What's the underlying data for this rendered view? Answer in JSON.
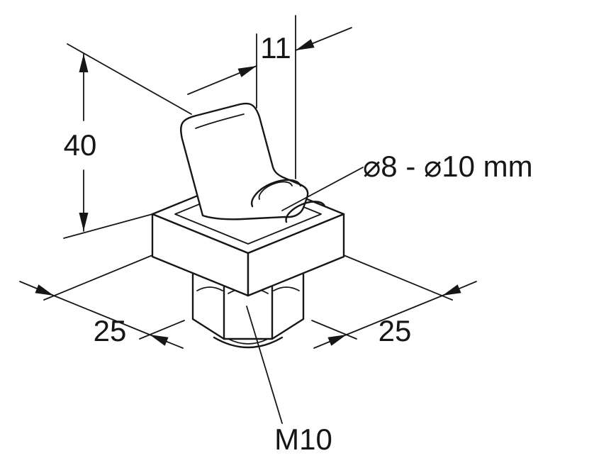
{
  "drawing": {
    "colors": {
      "line": "#161616",
      "background": "#ffffff"
    },
    "dimensions": {
      "top_width": "11",
      "height": "40",
      "base_left": "25",
      "base_right": "25",
      "thread": "M10",
      "clamping_range": "⌀8 - ⌀10 mm"
    }
  }
}
